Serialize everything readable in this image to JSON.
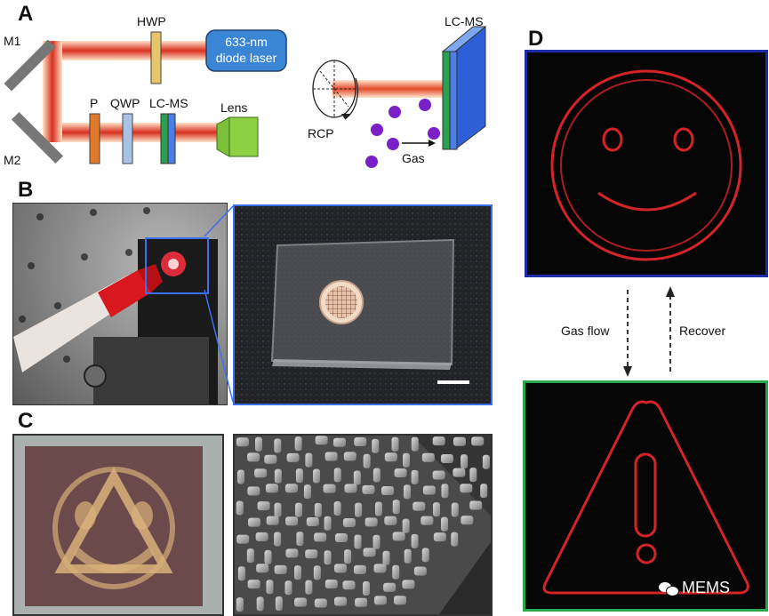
{
  "panels": {
    "a": "A",
    "b": "B",
    "c": "C",
    "d": "D"
  },
  "setup": {
    "m1": "M1",
    "m2": "M2",
    "hwp": "HWP",
    "laser_line1": "633-nm",
    "laser_line2": "diode laser",
    "p": "P",
    "qwp": "QWP",
    "lcms_small": "LC-MS",
    "lens": "Lens",
    "lcms_large": "LC-MS",
    "rcp": "RCP",
    "gas": "Gas"
  },
  "holograms": {
    "gas_flow": "Gas flow",
    "recover": "Recover"
  },
  "watermark": "MEMS",
  "colors": {
    "laser_box": "#3a86d4",
    "beam": "#d83020",
    "lc_blue": "#4a7ee6",
    "lc_green": "#2aa050",
    "frame_blue": "#1d2fa8",
    "frame_green": "#2aa84a",
    "holo_red": "#e0262a"
  }
}
